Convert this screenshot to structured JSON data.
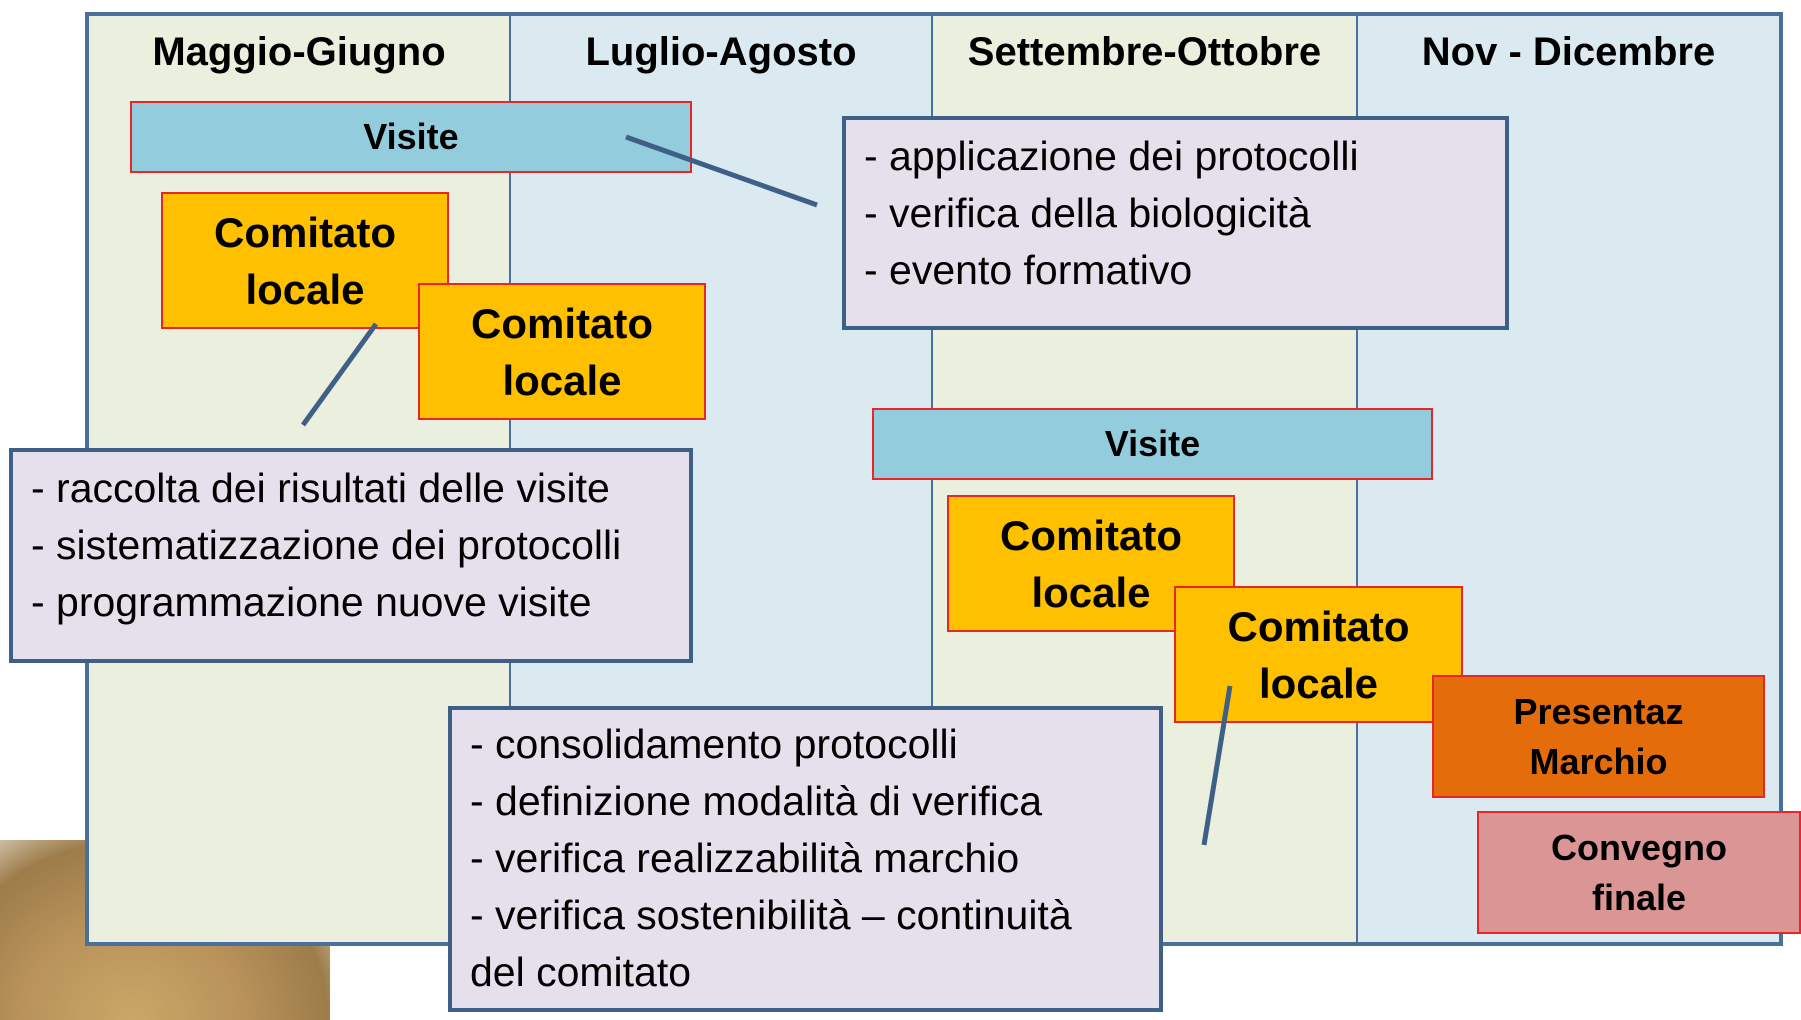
{
  "columns": [
    {
      "title": "Maggio-Giugno"
    },
    {
      "title": "Luglio-Agosto"
    },
    {
      "title": "Settembre-Ottobre"
    },
    {
      "title": "Nov - Dicembre"
    }
  ],
  "visite_1": "Visite",
  "visite_2": "Visite",
  "comitato_1": {
    "line1": "Comitato",
    "line2": "locale"
  },
  "comitato_2": {
    "line1": "Comitato",
    "line2": "locale"
  },
  "comitato_3": {
    "line1": "Comitato",
    "line2": "locale"
  },
  "comitato_4": {
    "line1": "Comitato",
    "line2": "locale"
  },
  "presentaz": {
    "line1": "Presentaz",
    "line2": "Marchio"
  },
  "convegno": {
    "line1": "Convegno",
    "line2": "finale"
  },
  "note_top_right": [
    "- applicazione dei protocolli",
    "- verifica della biologicità",
    "- evento formativo"
  ],
  "note_left": [
    "- raccolta dei risultati delle visite",
    "- sistematizzazione dei protocolli",
    "- programmazione nuove visite"
  ],
  "note_bottom": [
    "- consolidamento protocolli",
    "- definizione modalità di verifica",
    "- verifica realizzabilità marchio",
    "- verifica sostenibilità – continuità",
    "del comitato"
  ],
  "colors": {
    "column_green": "#ebefde",
    "column_blue": "#daeaf0",
    "border": "#4a6f9a",
    "visite": "#93cddd",
    "comitato": "#ffc000",
    "presentaz": "#e46c0a",
    "convegno": "#da9694",
    "note": "#e6e0ec"
  }
}
